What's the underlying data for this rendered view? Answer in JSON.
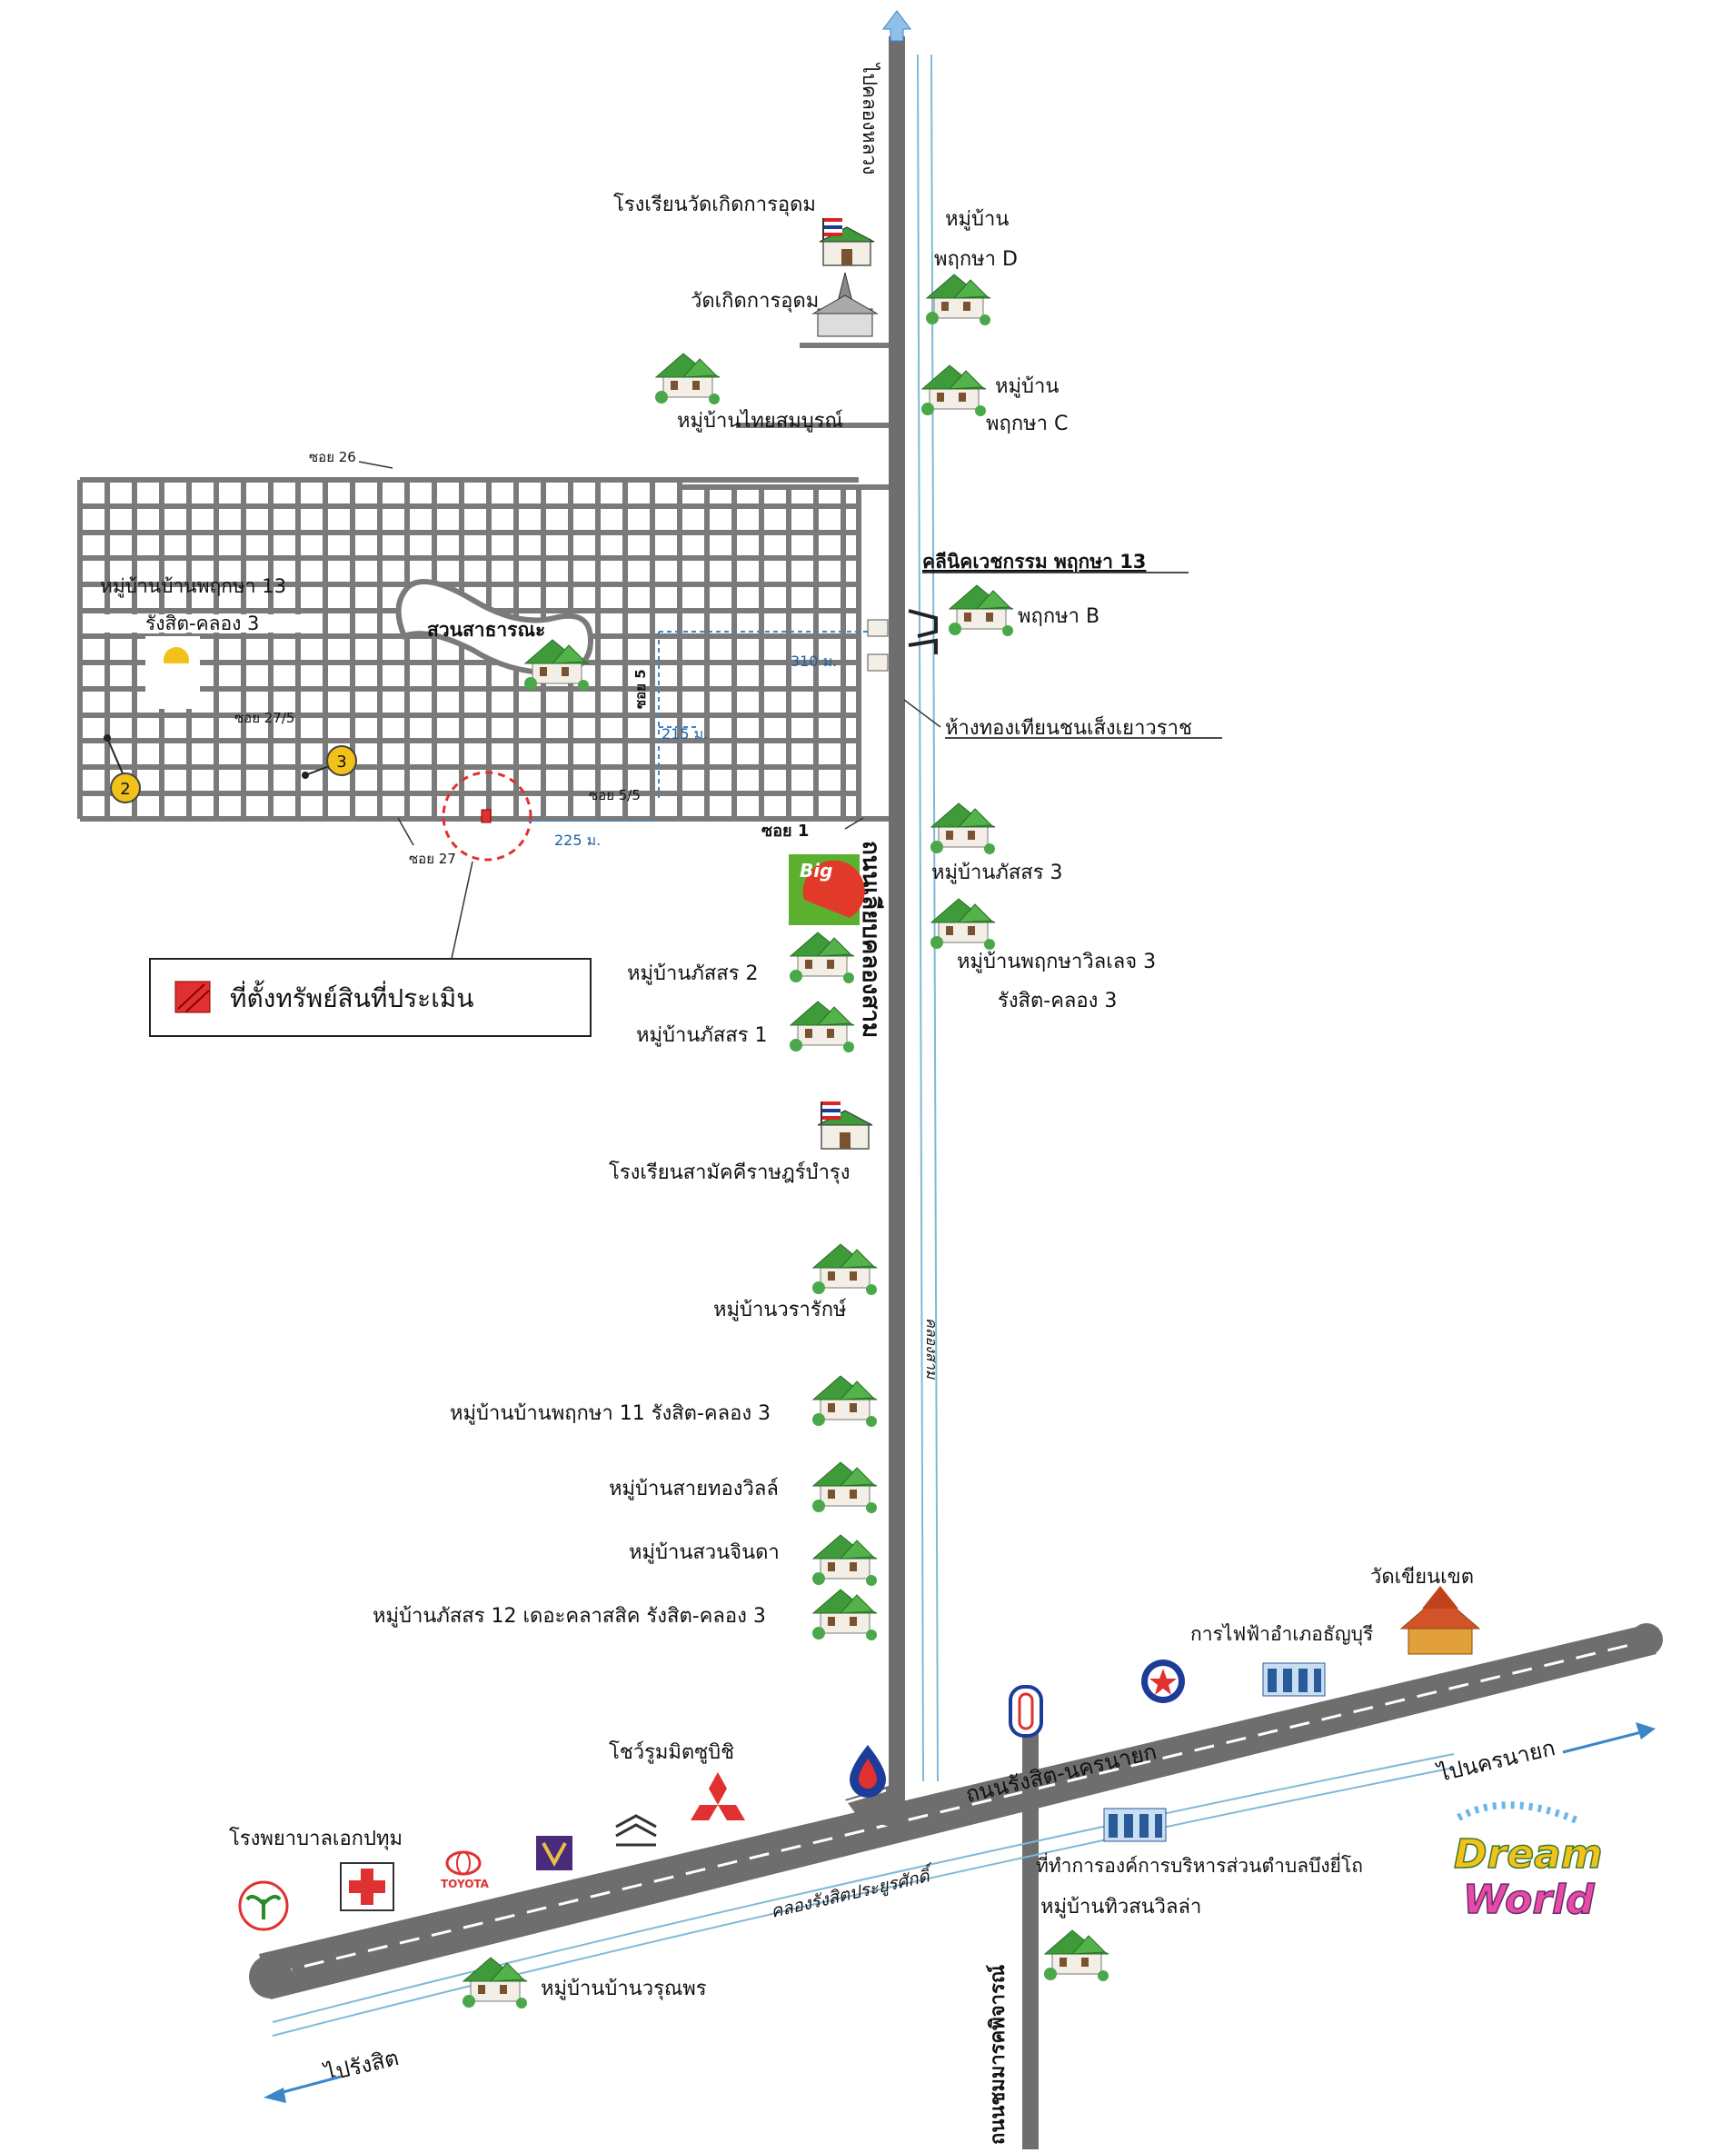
{
  "colors": {
    "road": "#7a7a7a",
    "highway": "#6e6e6e",
    "canal": "#7fb8d8",
    "distance": "#3a86c8",
    "subject_marker": "#e03030",
    "house_roof": "#3f9a3a"
  },
  "roads": {
    "north_direction": "ไปคลองหลวง",
    "main_vertical": "ถนนเลียบคลองสาม",
    "canal_vertical": "คลองสาม",
    "rangsit_nakhonnayok": "ถนนรังสิต-นครนายก",
    "to_nakhonnayok": "ไปนครนายก",
    "to_rangsit": "ไปรังสิต",
    "canal_horizontal": "คลองรังสิตประยูรศักดิ์",
    "chomaram_road": "ถนนชมมารคพิจารณ์"
  },
  "sois": {
    "soi_26": "ซอย 26",
    "soi_27_5": "ซอย 27/5",
    "soi_27": "ซอย 27",
    "soi_5": "ซอย 5",
    "soi_5_5": "ซอย 5/5",
    "soi_1": "ซอย 1"
  },
  "distances": {
    "d310": "310 ม.",
    "d215": "215 ม.",
    "d225": "225 ม."
  },
  "places": {
    "school_wat": "โรงเรียนวัดเกิดการอุดม",
    "wat": "วัดเกิดการอุดม",
    "thai_somboon": "หมู่บ้านไทยสมบูรณ์",
    "pruksa_d_1": "หมู่บ้าน",
    "pruksa_d_2": "พฤกษา D",
    "pruksa_c_1": "หมู่บ้าน",
    "pruksa_c_2": "พฤกษา C",
    "clinic": "คลีนิคเวชกรรม พฤกษา 13",
    "pruksa_b": "พฤกษา B",
    "gold_shop": "ห้างทองเทียนชนเส็งเยาวราช",
    "pruksa13_1": "หมู่บ้านบ้านพฤกษา 13",
    "pruksa13_2": "รังสิต-คลอง 3",
    "public_park": "สวนสาธารณะ",
    "phatsorn3": "หมู่บ้านภัสสร 3",
    "pruksa_village3_1": "หมู่บ้านพฤกษาวิลเลจ 3",
    "pruksa_village3_2": "รังสิต-คลอง 3",
    "phatsorn2": "หมู่บ้านภัสสร 2",
    "phatsorn1": "หมู่บ้านภัสสร 1",
    "samakkhi_school": "โรงเรียนสามัคคีราษฎร์บำรุง",
    "wararak": "หมู่บ้านวรารักษ์",
    "pruksa11": "หมู่บ้านบ้านพฤกษา 11 รังสิต-คลอง 3",
    "saithong": "หมู่บ้านสายทองวิลล์",
    "suanjinda": "หมู่บ้านสวนจินดา",
    "phatsorn12": "หมู่บ้านภัสสร 12 เดอะคลาสสิค รังสิต-คลอง 3",
    "wat_khian_khet": "วัดเขียนเขต",
    "pea_thanyaburi": "การไฟฟ้าอำเภอธัญบุรี",
    "mitsubishi": "โชว์รูมมิตซูบิชิ",
    "ekpathum_hospital": "โรงพยาบาลเอกปทุม",
    "bueng_yitho": "ที่ทำการองค์การบริหารส่วนตำบลบึงยี่โถ",
    "tiwson_villa": "หมู่บ้านทิวสนวิลล่า",
    "warunporn": "หมู่บ้านบ้านวรุณพร"
  },
  "logos": {
    "big_c": "Big",
    "toyota": "TOYOTA",
    "dream_world_1": "Dream",
    "dream_world_2": "World"
  },
  "comparables": [
    "2",
    "3"
  ],
  "legend": {
    "label": "ที่ตั้งทรัพย์สินที่ประเมิน"
  }
}
